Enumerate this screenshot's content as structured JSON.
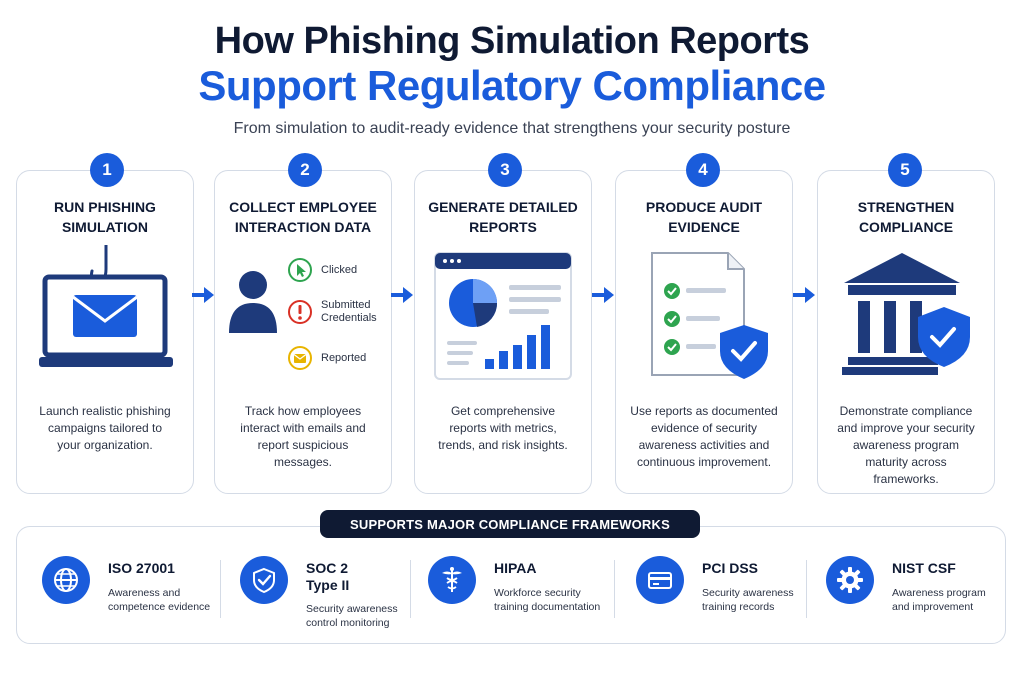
{
  "header": {
    "title_line1": "How Phishing Simulation Reports",
    "title_line2": "Support Regulatory Compliance",
    "subtitle": "From simulation to audit-ready evidence that strengthens your security posture"
  },
  "steps": [
    {
      "number": "1",
      "title": "RUN PHISHING SIMULATION",
      "description": "Launch realistic phishing campaigns tailored to your organization."
    },
    {
      "number": "2",
      "title": "COLLECT EMPLOYEE INTERACTION DATA",
      "description": "Track how employees interact with emails and report suspicious messages.",
      "interactions": [
        "Clicked",
        "Submitted Credentials",
        "Reported"
      ]
    },
    {
      "number": "3",
      "title": "GENERATE DETAILED REPORTS",
      "description": "Get comprehensive reports with metrics, trends, and risk insights."
    },
    {
      "number": "4",
      "title": "PRODUCE AUDIT EVIDENCE",
      "description": "Use reports as documented evidence of security awareness activities and continuous improvement."
    },
    {
      "number": "5",
      "title": "STRENGTHEN COMPLIANCE",
      "description": "Demonstrate compliance and improve your security awareness program maturity across frameworks."
    }
  ],
  "frameworks": {
    "banner": "SUPPORTS MAJOR COMPLIANCE FRAMEWORKS",
    "items": [
      {
        "name": "ISO 27001",
        "description": "Awareness and competence evidence",
        "icon": "globe-icon"
      },
      {
        "name": "SOC 2 Type II",
        "description": "Security awareness control monitoring",
        "icon": "shield-check-icon"
      },
      {
        "name": "HIPAA",
        "description": "Workforce security training documentation",
        "icon": "caduceus-icon"
      },
      {
        "name": "PCI DSS",
        "description": "Security awareness training records",
        "icon": "credit-card-icon"
      },
      {
        "name": "NIST CSF",
        "description": "Awareness program and improvement",
        "icon": "gear-icon"
      }
    ]
  },
  "colors": {
    "accent": "#1a5cdb",
    "navy": "#1e3a7b",
    "dark": "#0f1a33",
    "green": "#2ea44f",
    "red": "#d93025",
    "yellow": "#e8b400"
  }
}
